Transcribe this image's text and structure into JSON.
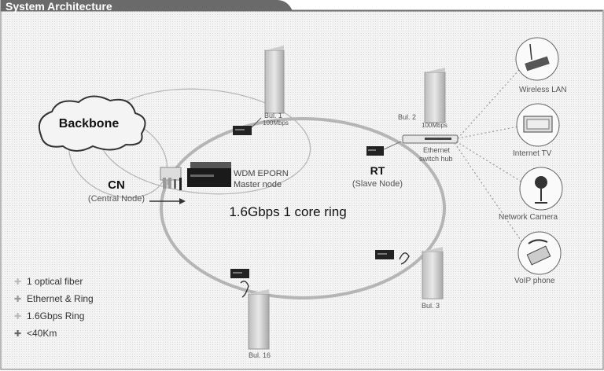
{
  "title": "System Architecture",
  "backbone": "Backbone",
  "cn": {
    "label": "CN",
    "sub": "(Central Node)"
  },
  "master": {
    "line1": "WDM EPORN",
    "line2": "Master node"
  },
  "ring_label": "1.6Gbps 1 core  ring",
  "rt": {
    "label": "RT",
    "sub": "(Slave Node)"
  },
  "buildings": {
    "b1": {
      "name": "Bul. 1",
      "speed": "100Mbps"
    },
    "b2": {
      "name": "Bul. 2",
      "speed": "100Mbps"
    },
    "b3": {
      "name": "Bul. 3"
    },
    "b16": {
      "name": "Bul. 16"
    }
  },
  "switch": {
    "line1": "Ethernet",
    "line2": "switch hub"
  },
  "devices": {
    "wlan": "Wireless LAN",
    "tv": "Internet TV",
    "camera": "Network Camera",
    "voip": "VoIP phone"
  },
  "features": [
    "1 optical fiber",
    "Ethernet & Ring",
    "1.6Gbps Ring",
    "<40Km"
  ],
  "colors": {
    "ring": "#b8b8b8",
    "panel": "#f2f2f2",
    "header": "#6e6e6e",
    "dotted": "#9a9a9a"
  }
}
